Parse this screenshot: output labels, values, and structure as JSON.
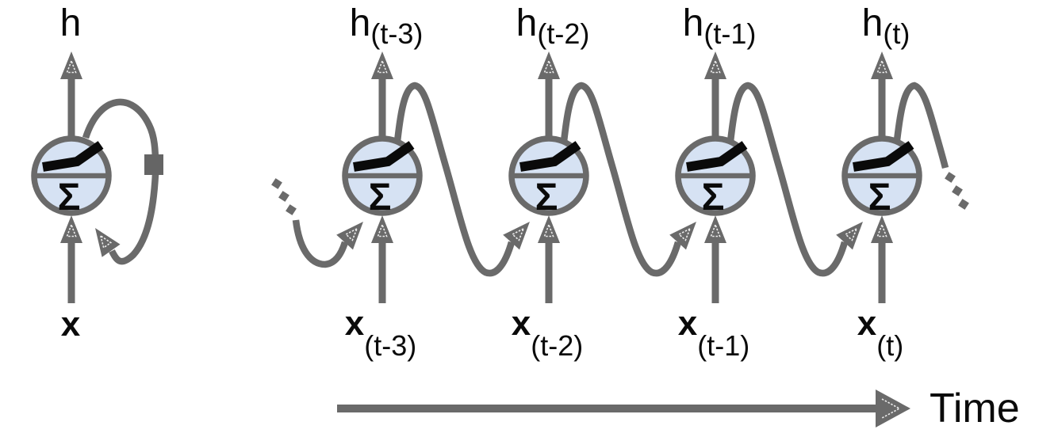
{
  "diagram": {
    "type": "recurrent-neural-network-unfolded-in-time",
    "colors": {
      "line": "#6a6a6a",
      "node_fill": "#d6e2f3",
      "node_stroke": "#6a6a6a",
      "delay_square": "#656565",
      "text": "#0a0a0a",
      "arrowhead_inner_outline": "#ececec"
    },
    "node_glyphs": {
      "sum_symbol": "Σ",
      "activation_icon": "relu-activation-icon"
    },
    "folded": {
      "output_label": "h",
      "input_label": "x"
    },
    "unfolded_units": [
      {
        "output_main": "h",
        "output_sub": "(t-3)",
        "input_main": "x",
        "input_sub": "(t-3)"
      },
      {
        "output_main": "h",
        "output_sub": "(t-2)",
        "input_main": "x",
        "input_sub": "(t-2)"
      },
      {
        "output_main": "h",
        "output_sub": "(t-1)",
        "input_main": "x",
        "input_sub": "(t-1)"
      },
      {
        "output_main": "h",
        "output_sub": "(t)",
        "input_main": "x",
        "input_sub": "(t)"
      }
    ],
    "time_axis": {
      "label": "Time"
    }
  }
}
